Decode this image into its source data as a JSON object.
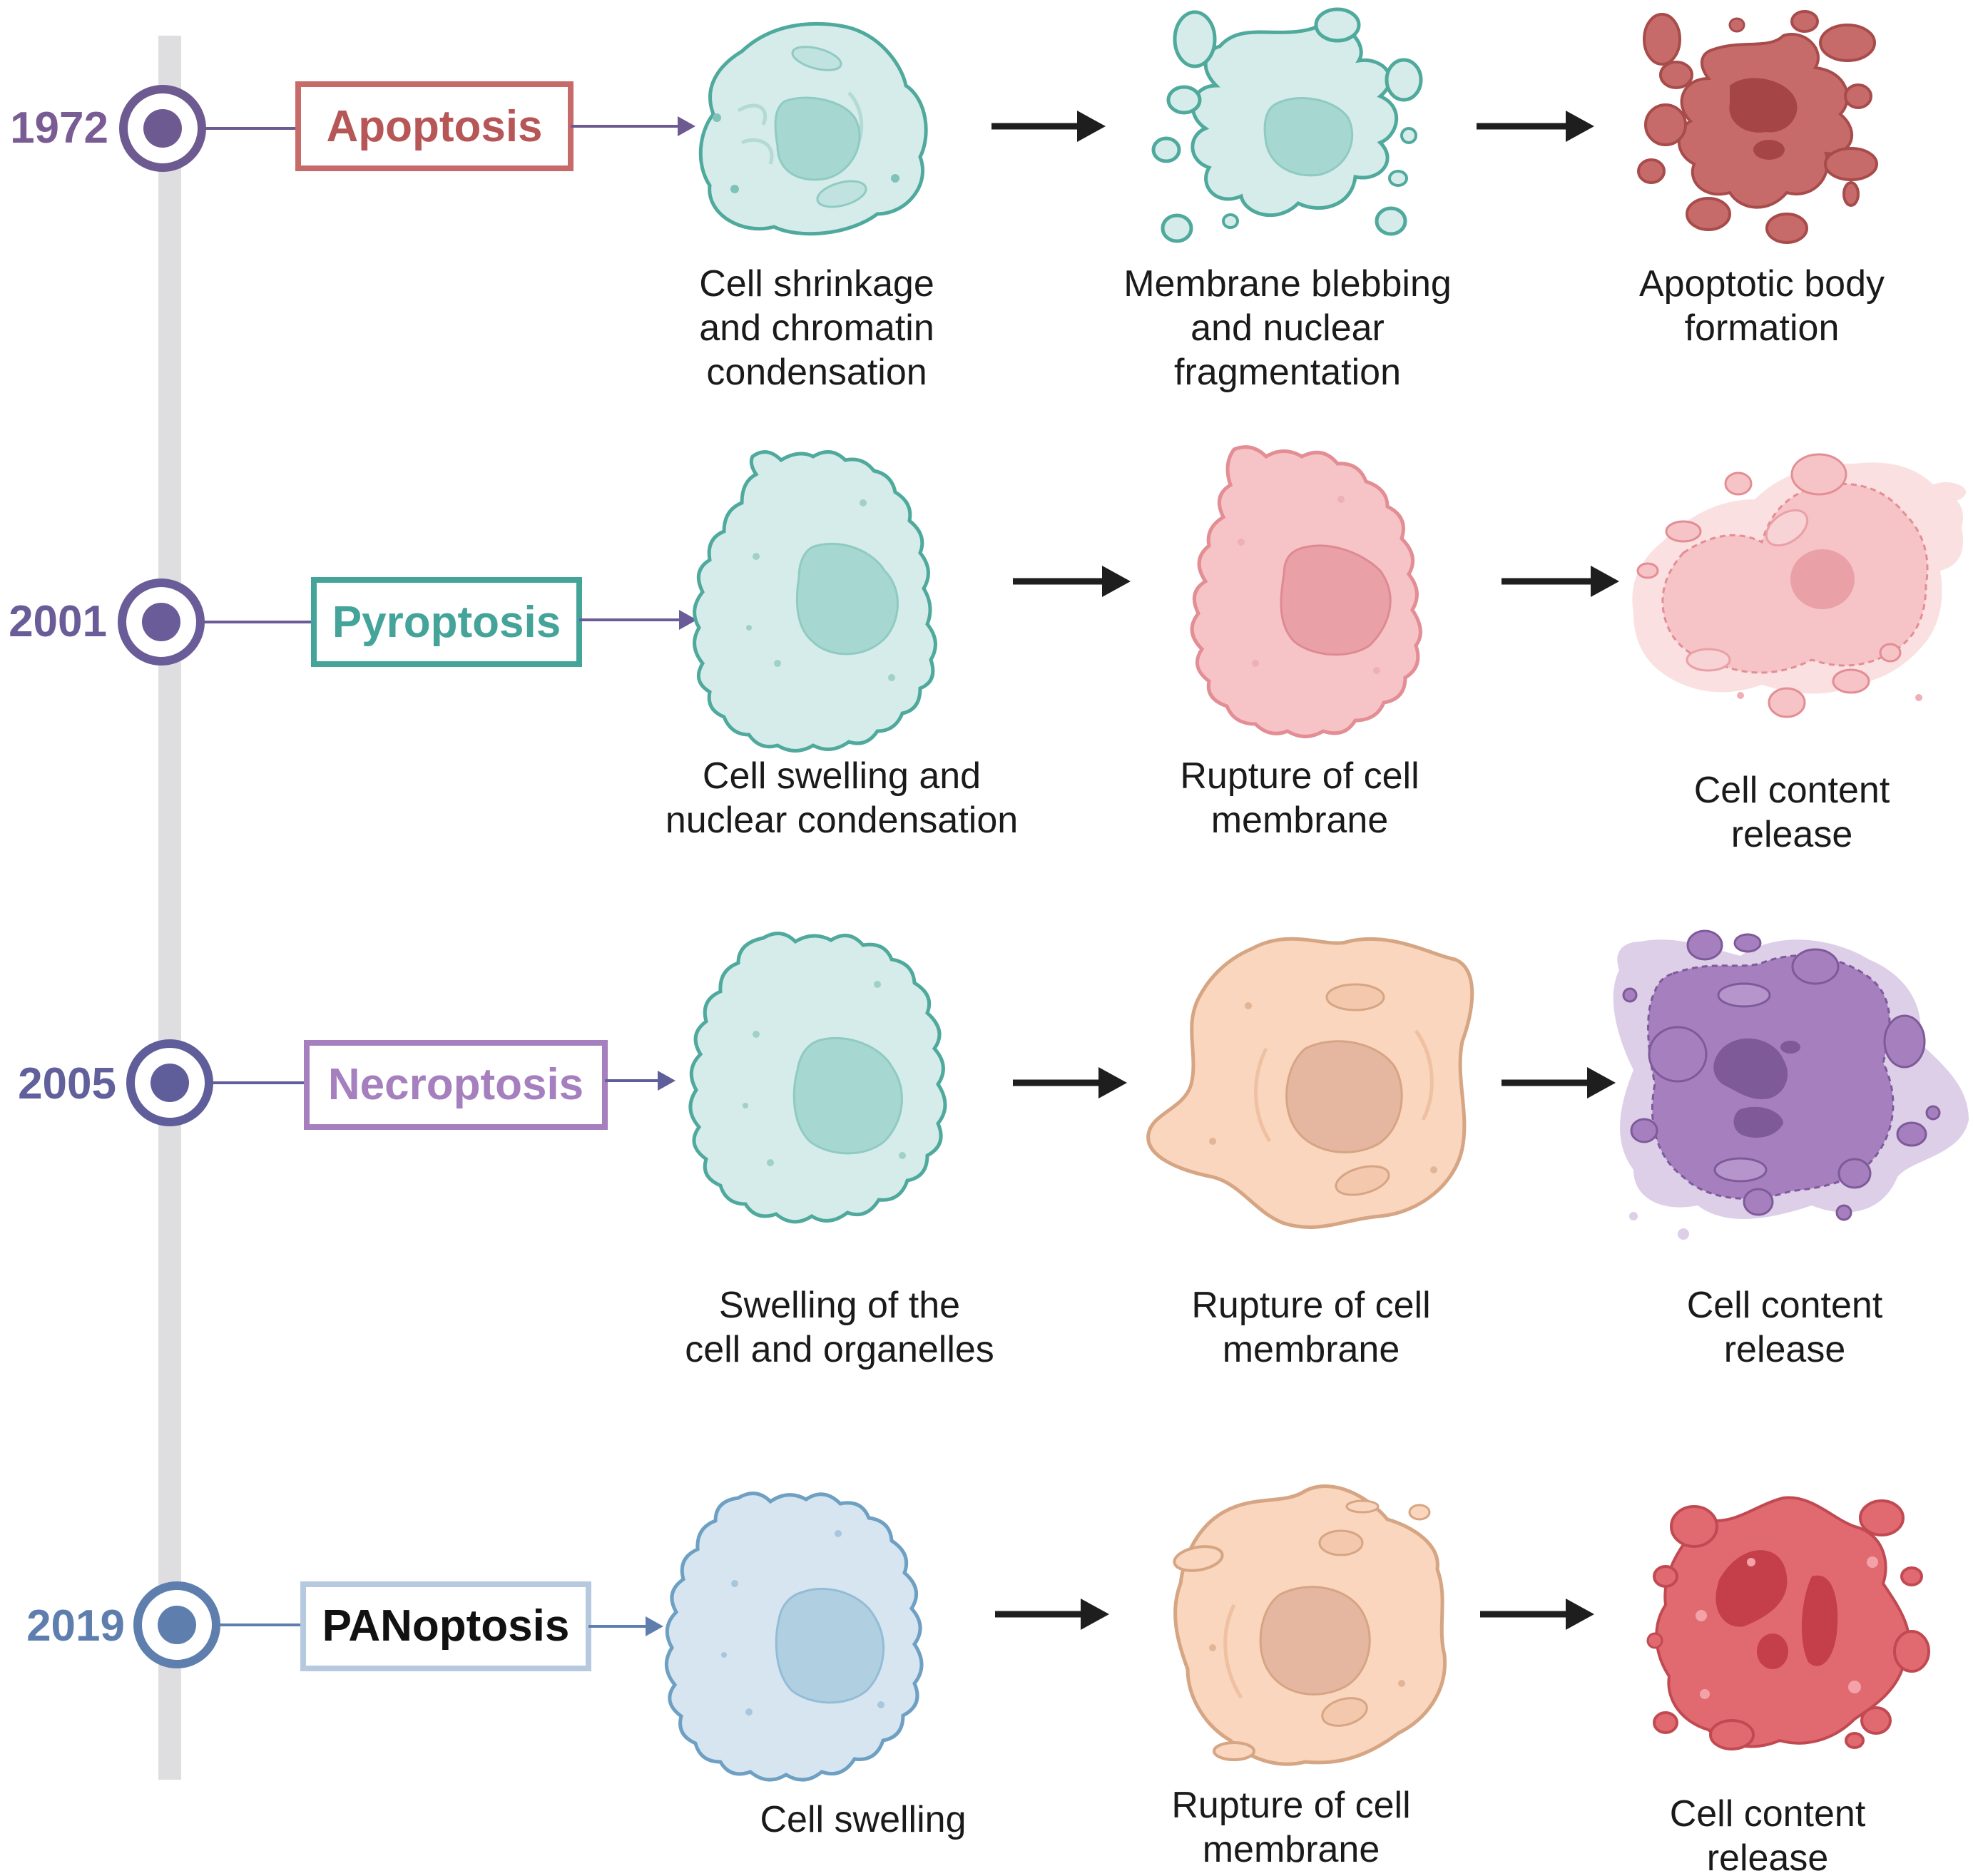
{
  "rows": [
    {
      "year": "1972",
      "method": "Apoptosis",
      "colors": {
        "accent": "#c76a6a",
        "year": "#7a5c94",
        "node": "#6d5a91"
      },
      "stages": [
        [
          "Cell shrinkage",
          "and chromatin",
          "condensation"
        ],
        [
          "Membrane blebbing",
          "and nuclear",
          "fragmentation"
        ],
        [
          "Apoptotic body",
          "formation"
        ]
      ]
    },
    {
      "year": "2001",
      "method": "Pyroptosis",
      "colors": {
        "accent": "#45a49a",
        "year": "#6a5c98",
        "node": "#6a5c98"
      },
      "stages": [
        [
          "Cell swelling and",
          "nuclear condensation"
        ],
        [
          "Rupture of cell",
          "membrane"
        ],
        [
          "Cell content",
          "release"
        ]
      ]
    },
    {
      "year": "2005",
      "method": "Necroptosis",
      "colors": {
        "accent": "#a57fbe",
        "year": "#615f9c",
        "node": "#5f5e9a"
      },
      "stages": [
        [
          "Swelling of the",
          "cell and organelles"
        ],
        [
          "Rupture of cell",
          "membrane"
        ],
        [
          "Cell content",
          "release"
        ]
      ]
    },
    {
      "year": "2019",
      "method": "PANoptosis",
      "colors": {
        "accent": "#b7c9de",
        "year": "#5e7fae",
        "node": "#5e7fae"
      },
      "stages": [
        [
          "Cell swelling"
        ],
        [
          "Rupture of cell",
          "membrane"
        ],
        [
          "Cell content",
          "release"
        ]
      ]
    }
  ]
}
